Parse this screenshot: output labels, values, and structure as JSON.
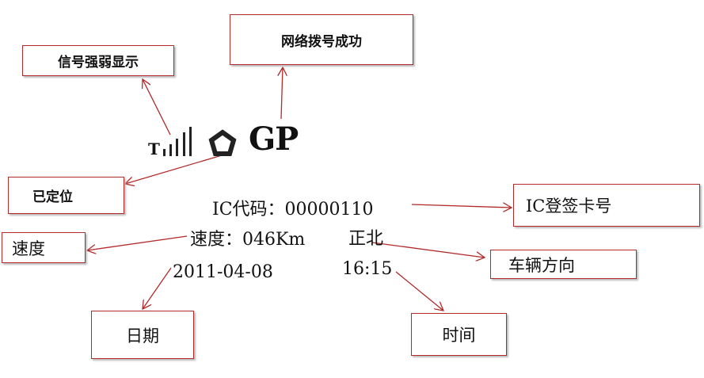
{
  "labels": {
    "signal": "信号强弱显示",
    "dialup": "网络拨号成功",
    "located": "已定位",
    "speed": "速度",
    "ic_card": "IC登签卡号",
    "direction": "车辆方向",
    "date": "日期",
    "time": "时间"
  },
  "display": {
    "signal_prefix": "T",
    "gps_text": "GP",
    "ic_code": "IC代码：00000110",
    "speed": "速度：046Km",
    "heading": "正北",
    "date": "2011-04-08",
    "time": "16:15"
  },
  "colors": {
    "arrow": "#b22a2a"
  }
}
